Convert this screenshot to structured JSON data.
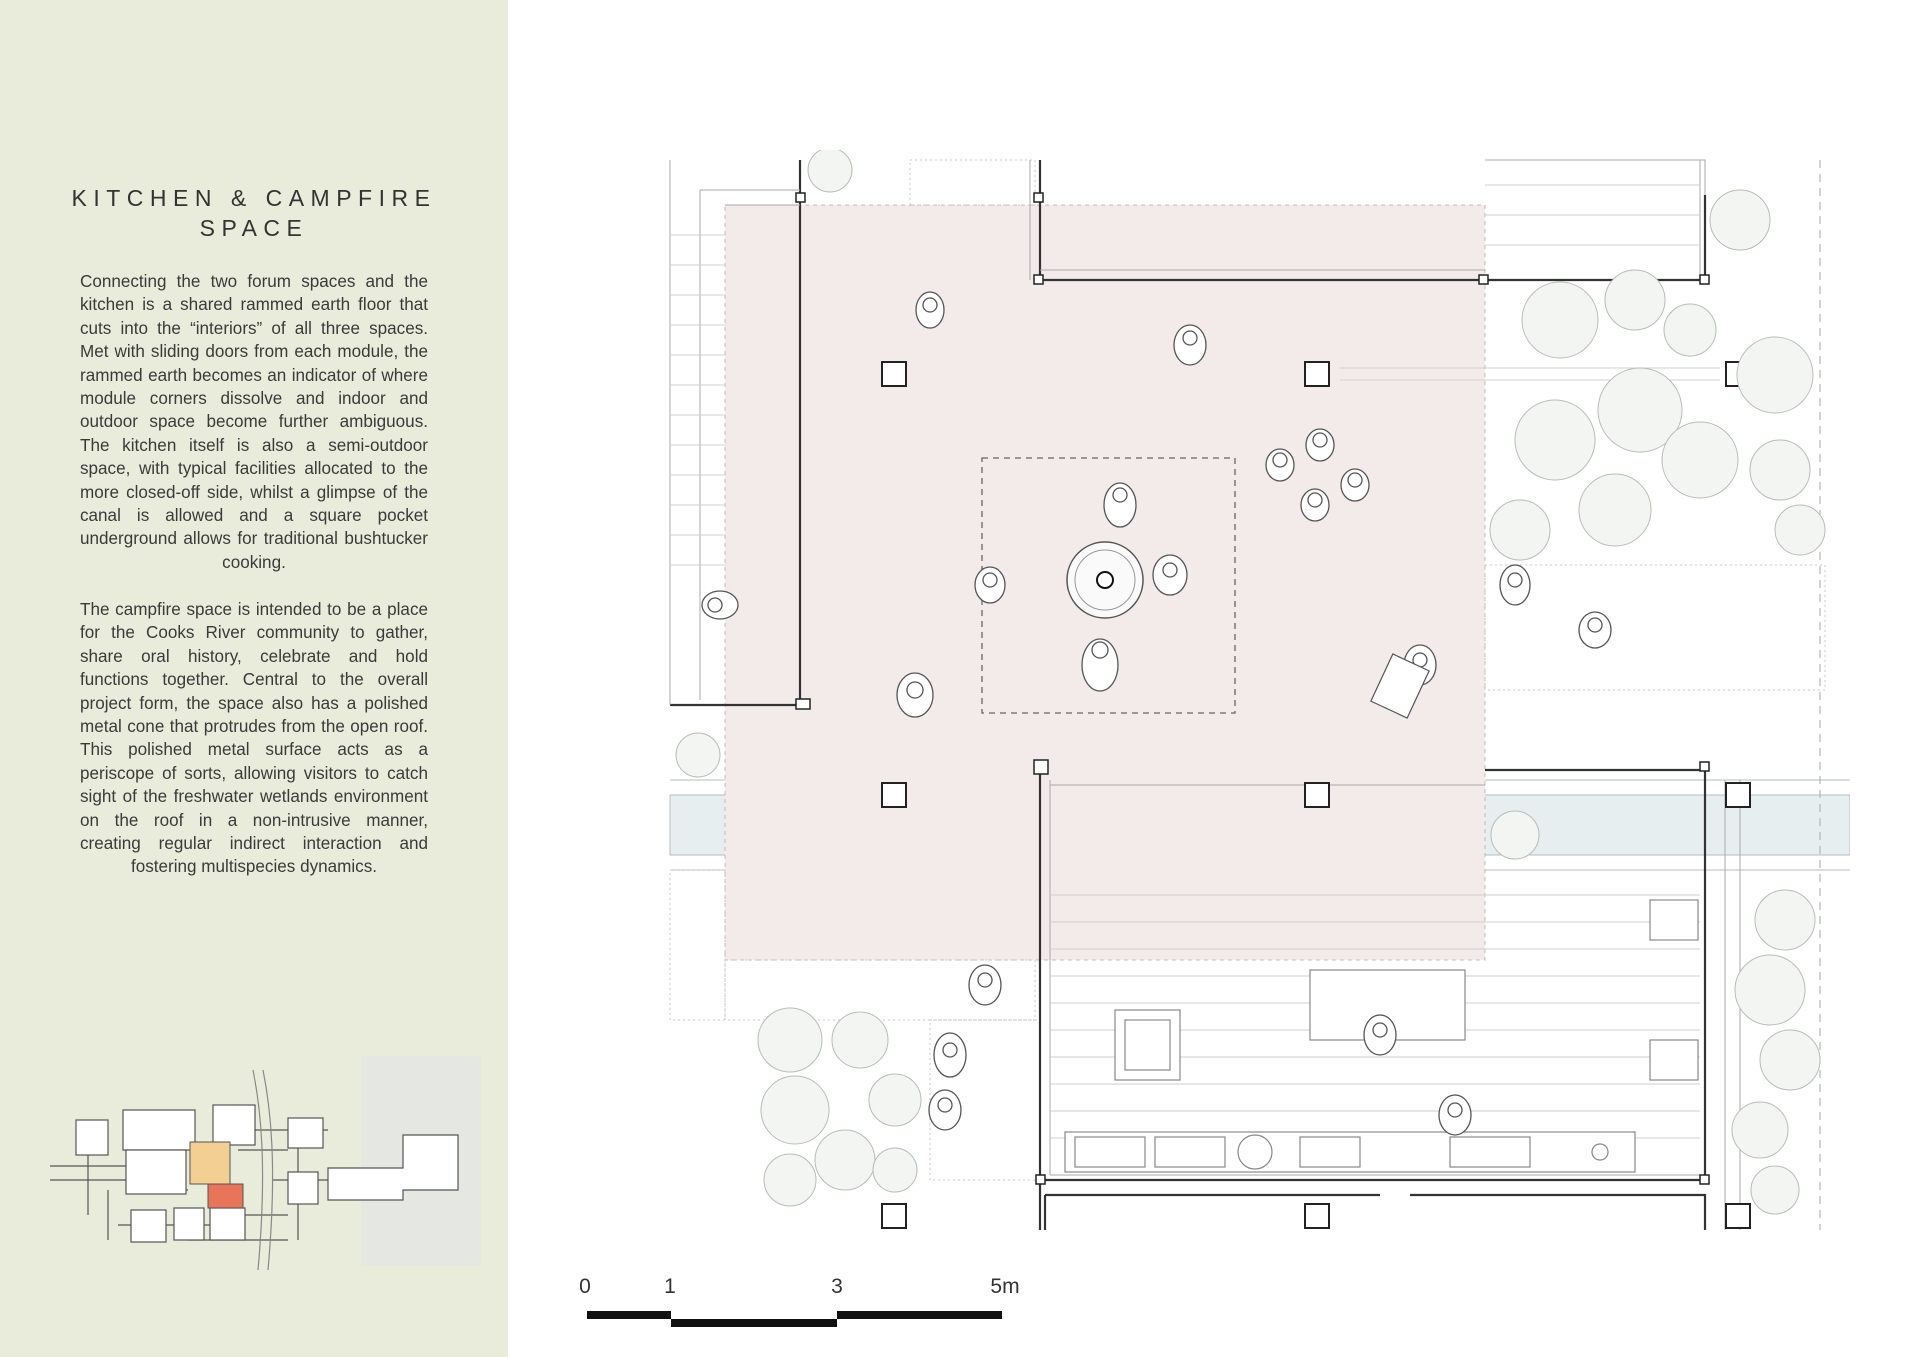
{
  "panel": {
    "title_line1": "KITCHEN & CAMPFIRE",
    "title_line2": "SPACE",
    "paragraph1": "Connecting the two forum spaces and the kitchen is a shared rammed earth floor that cuts into the “interiors” of all three spaces. Met with sliding doors from each module, the rammed earth becomes an indicator of where module corners dissolve and indoor and outdoor space become further ambiguous. The kitchen itself is also a semi-outdoor space, with typical facilities allocated to the more closed-off side, whilst a glimpse of the canal is allowed and a square pocket underground allows for traditional bushtucker cooking.",
    "paragraph2": "The campfire space is intended to be a place for the Cooks River community to gather, share oral history, celebrate and hold functions together. Central to the overall project form, the space also has a polished metal cone that protrudes from the open roof. This polished metal surface acts as a periscope of sorts, allowing visitors to catch sight of the freshwater wetlands environment on the roof in a non-intrusive manner, creating regular indirect interaction and fostering multispecies dynamics."
  },
  "scale_bar": {
    "labels": [
      "0",
      "1",
      "3",
      "5m"
    ]
  },
  "colors": {
    "sidebar": "#e9ecdb",
    "rammed_earth": "#f2ebea",
    "canal": "#e6eef0",
    "keymap_highlight": "#f4cf94",
    "keymap_kitchen": "#e8745a",
    "keymap_land": "#e5e7e2",
    "line": "#333333"
  }
}
